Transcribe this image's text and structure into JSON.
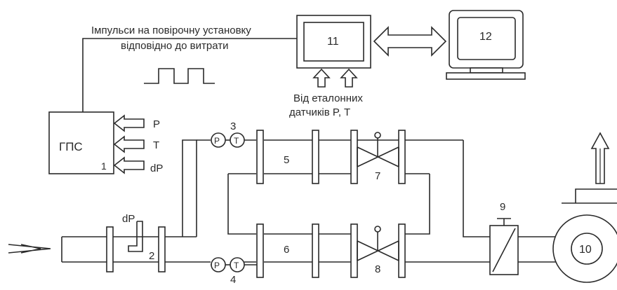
{
  "labels": {
    "pulses_line1": "Імпульси на повірочну установку",
    "pulses_line2": "відповідно до витрати",
    "block_11": "11",
    "block_12": "12",
    "ref_line1": "Від еталонних",
    "ref_line2": "датчиків P, T",
    "gps": "ГПС",
    "gps_num": "1",
    "in_p": "P",
    "in_t": "T",
    "in_dp": "dP",
    "sensor_p": "P",
    "sensor_t": "T",
    "num_2": "2",
    "num_3": "3",
    "num_4": "4",
    "num_5": "5",
    "num_6": "6",
    "num_7": "7",
    "num_8": "8",
    "num_9": "9",
    "num_10": "10",
    "dp_probe": "dP"
  }
}
